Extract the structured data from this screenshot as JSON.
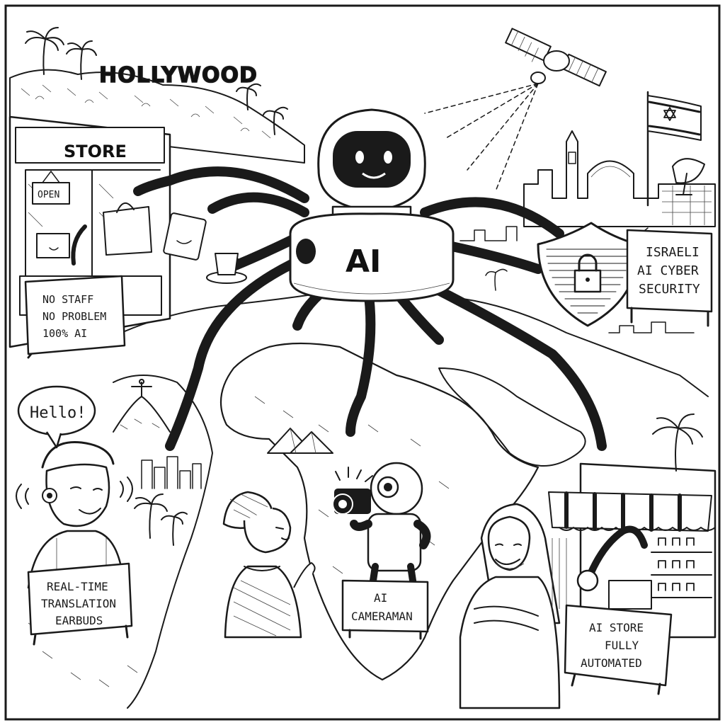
{
  "signs": {
    "hollywood": "HOLLYWOOD",
    "store": "STORE",
    "open": "OPEN",
    "no_staff": [
      "NO STAFF",
      "NO PROBLEM",
      "100% AI"
    ],
    "robot_body": "AI",
    "israeli": [
      "ISRAELI",
      "AI CYBER",
      "SECURITY"
    ],
    "hello": "Hello!",
    "translation": [
      "REAL-TIME",
      "TRANSLATION",
      "EARBUDS"
    ],
    "cameraman": [
      "AI",
      "CAMERAMAN"
    ],
    "ai_store": [
      "AI STORE",
      "FULLY",
      "AUTOMATED"
    ]
  },
  "icons": [
    "satellite-icon",
    "israel-flag-icon",
    "shield-lock-icon",
    "coffee-cup-icon",
    "shopping-bag-icon",
    "tablet-icon",
    "camera-icon",
    "palm-tree-icon",
    "pyramids-icon",
    "radar-dish-icon"
  ],
  "colors": {
    "ink": "#1a1a1a",
    "paper": "#ffffff",
    "flag_blue": "#1a1a1a"
  }
}
